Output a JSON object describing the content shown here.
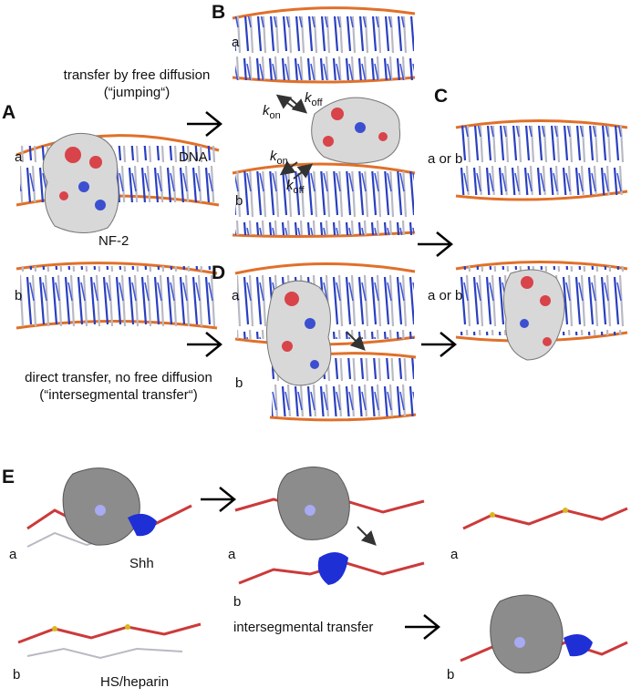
{
  "panels": {
    "A": "A",
    "B": "B",
    "C": "C",
    "D": "D",
    "E": "E"
  },
  "strands": {
    "a": "a",
    "b": "b",
    "a_or_b": "a or b"
  },
  "labels": {
    "dna": "DNA",
    "nf2": "NF-2",
    "shh": "Shh",
    "hs_heparin": "HS/heparin",
    "jumping_line1": "transfer by free diffusion",
    "jumping_line2": "(“jumping“)",
    "direct_line1": "direct transfer, no free diffusion",
    "direct_line2": "(“intersegmental transfer“)",
    "intersegmental": "intersegmental transfer"
  },
  "rates": {
    "k": "k",
    "on": "on",
    "off": "off"
  },
  "colors": {
    "dna_orange": "#e0702a",
    "dna_blue": "#2a3fbf",
    "dna_grey": "#b9b9c4",
    "protein_surface": "#d8d8d8",
    "protein_red": "#d9434a",
    "protein_blue": "#3b4fd0",
    "shh_surface": "#8c8c8c",
    "heparin_blue": "#1f2fd6",
    "sugar_red": "#cc3a3a",
    "sugar_yellow": "#d8b81e",
    "arrow": "#333333"
  }
}
